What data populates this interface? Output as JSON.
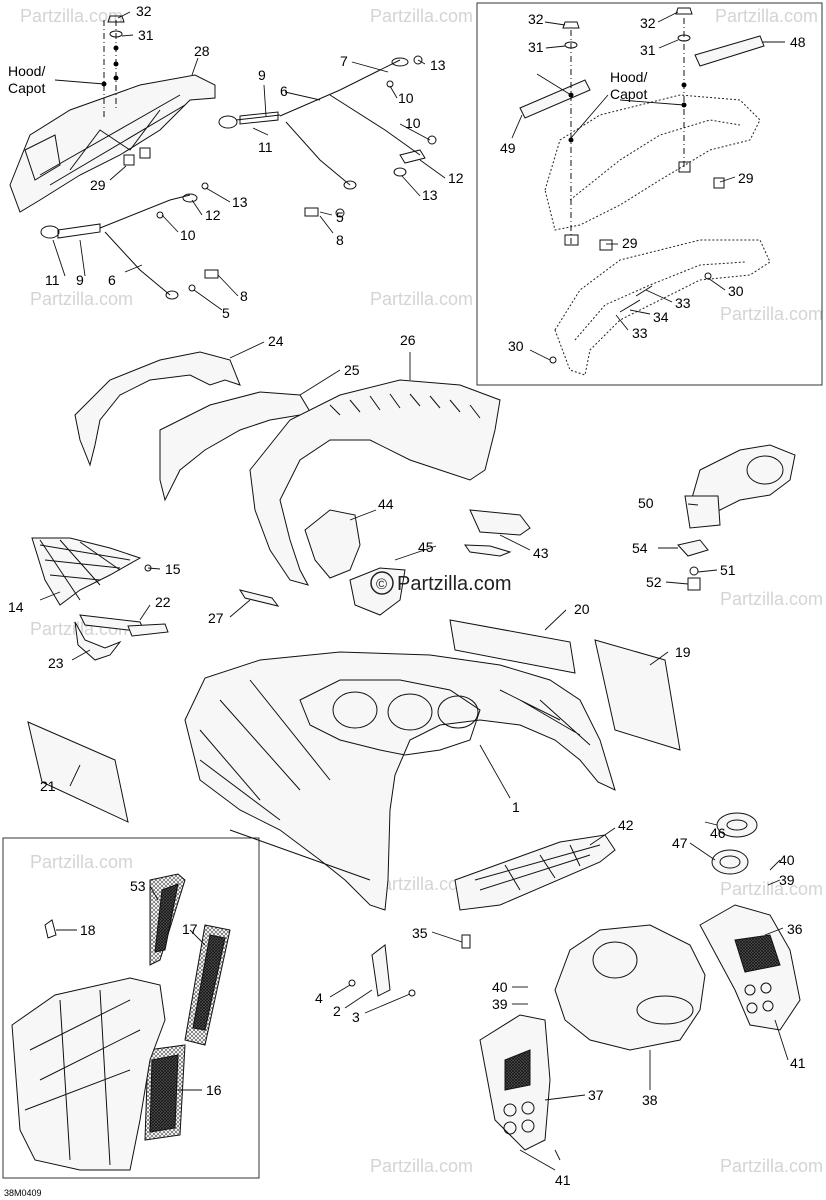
{
  "diagram": {
    "code": "38M0409",
    "watermark_main": "Partzilla.com",
    "watermark_tile": "Partzilla.com",
    "hood_label": {
      "line1": "Hood/",
      "line2": "Capot"
    },
    "callouts": [
      "1",
      "2",
      "3",
      "4",
      "5",
      "6",
      "7",
      "8",
      "9",
      "10",
      "11",
      "12",
      "13",
      "14",
      "15",
      "16",
      "17",
      "18",
      "19",
      "20",
      "21",
      "22",
      "23",
      "24",
      "25",
      "26",
      "27",
      "28",
      "29",
      "30",
      "31",
      "32",
      "33",
      "34",
      "35",
      "36",
      "37",
      "38",
      "39",
      "40",
      "41",
      "42",
      "43",
      "44",
      "45",
      "46",
      "47",
      "48",
      "49",
      "50",
      "51",
      "52",
      "53",
      "54"
    ]
  }
}
